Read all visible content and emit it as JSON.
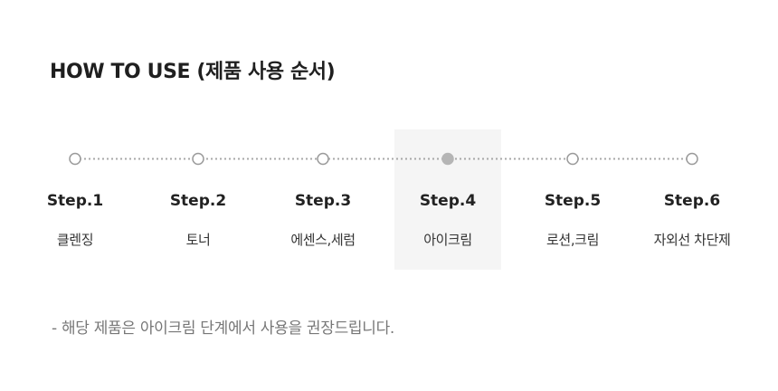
{
  "title": "HOW TO USE (제품 사용 순서)",
  "steps": [
    {
      "label": "Step.1",
      "name": "클렌징",
      "active": false
    },
    {
      "label": "Step.2",
      "name": "토너",
      "active": false
    },
    {
      "label": "Step.3",
      "name": "에센스,세럼",
      "active": false
    },
    {
      "label": "Step.4",
      "name": "아이크림",
      "active": true
    },
    {
      "label": "Step.5",
      "name": "로션,크림",
      "active": false
    },
    {
      "label": "Step.6",
      "name": "자외선 차단제",
      "active": false
    }
  ],
  "note": "- 해당 제품은 아이크림 단계에서 사용을 권장드립니다.",
  "colors": {
    "active_dot": "#b5b5b5",
    "inactive_dot_border": "#9a9a9a",
    "dotted_line": "#a8a8a8",
    "highlight_bg": "#f5f5f5"
  }
}
